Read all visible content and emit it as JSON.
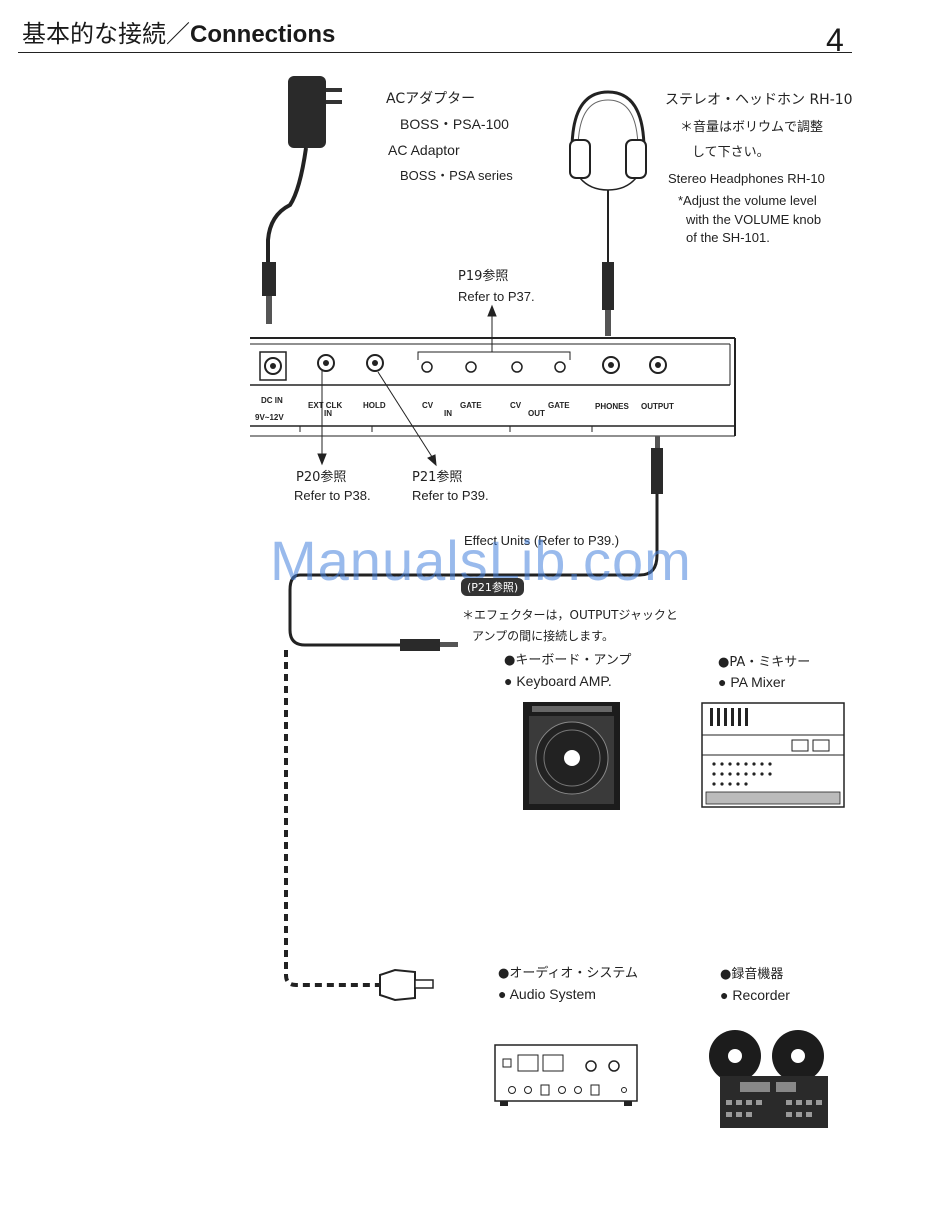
{
  "header": {
    "title_jp": "基本的な接続／",
    "title_en": "Connections",
    "page_number": "4"
  },
  "adaptor": {
    "line1_jp": "ACアダプター",
    "line2_jp": "BOSS・PSA-100",
    "line1_en": "AC Adaptor",
    "line2_en": "BOSS・PSA series"
  },
  "headphones": {
    "title_jp": "ステレオ・ヘッドホン RH-10",
    "note1_jp": "＊音量はボリウムで調整",
    "note2_jp": "して下さい。",
    "title_en": "Stereo Headphones RH-10",
    "note1_en": "*Adjust the volume level",
    "note2_en": "with the VOLUME knob",
    "note3_en": "of the SH-101."
  },
  "refs": {
    "p19_jp": "P19参照",
    "p19_en": "Refer to P37.",
    "p20_jp": "P20参照",
    "p20_en": "Refer to P38.",
    "p21_jp": "P21参照",
    "p21_en": "Refer to P39."
  },
  "panel_labels": {
    "dc_in": "DC IN",
    "voltage": "9V~12V",
    "ext_clk": "EXT CLK",
    "ext_in": "IN",
    "hold": "HOLD",
    "cv_in": "CV",
    "gate_in": "GATE",
    "in": "IN",
    "cv_out": "CV",
    "gate_out": "GATE",
    "out": "OUT",
    "phones": "PHONES",
    "output": "OUTPUT"
  },
  "effects": {
    "title": "Effect Units (Refer to P39.)",
    "badge_jp": "(P21参照)",
    "note1_jp": "＊エフェクターは，OUTPUTジャックと",
    "note2_jp": "アンプの間に接続します。"
  },
  "destinations": {
    "keyboard_amp_jp": "●キーボード・アンプ",
    "keyboard_amp_en": "● Keyboard AMP.",
    "pa_mixer_jp": "●PA・ミキサー",
    "pa_mixer_en": "● PA Mixer",
    "audio_system_jp": "●オーディオ・システム",
    "audio_system_en": "● Audio System",
    "recorder_jp": "●録音機器",
    "recorder_en": "● Recorder"
  },
  "watermark": "ManualsLib.com"
}
